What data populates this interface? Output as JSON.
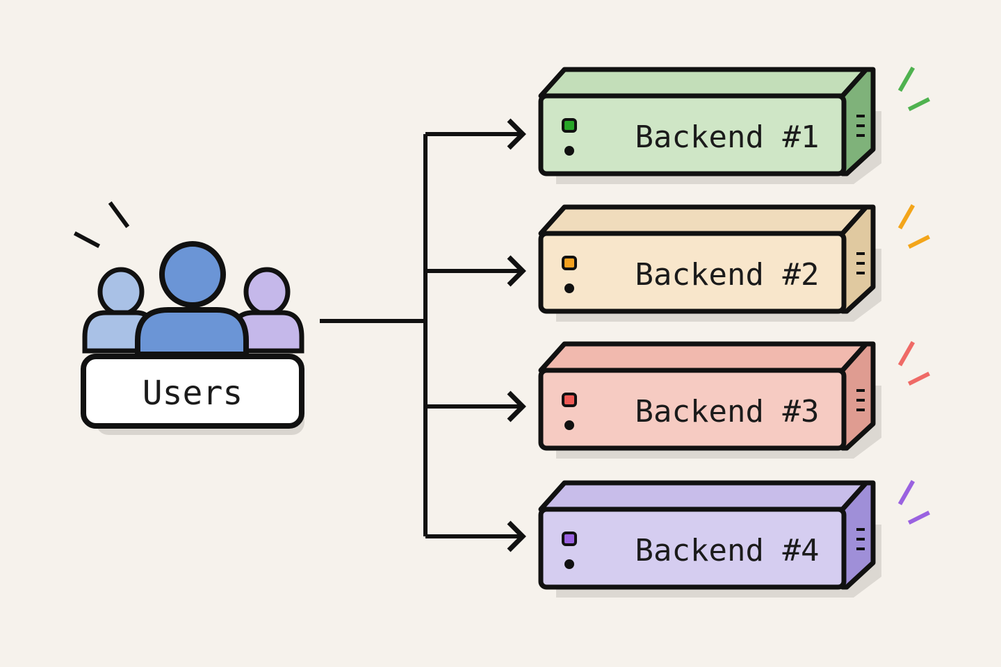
{
  "users": {
    "label": "Users",
    "figures": [
      {
        "role": "left-user",
        "color": "#a9c1e6"
      },
      {
        "role": "center-user",
        "color": "#6b95d6"
      },
      {
        "role": "right-user",
        "color": "#c5b8ea"
      }
    ]
  },
  "backends": [
    {
      "label": "Backend #1",
      "front": "#cfe6c6",
      "top": "#c3deb9",
      "side": "#7fb27a",
      "led": "#27a527",
      "sparkle": "#4fb24f"
    },
    {
      "label": "Backend #2",
      "front": "#f8e6cb",
      "top": "#f0dcbc",
      "side": "#e0c9a0",
      "led": "#f3a120",
      "sparkle": "#f3a51a"
    },
    {
      "label": "Backend #3",
      "front": "#f6cbc2",
      "top": "#f1b9ae",
      "side": "#df9c91",
      "led": "#ee5a55",
      "sparkle": "#ef6a66"
    },
    {
      "label": "Backend #4",
      "front": "#d5cdf0",
      "top": "#c8bdea",
      "side": "#9f8fd8",
      "led": "#9a62e0",
      "sparkle": "#9a62e0"
    }
  ],
  "colors": {
    "background": "#f6f2ec",
    "outline": "#111111",
    "shadow": "#dcd8d2"
  }
}
